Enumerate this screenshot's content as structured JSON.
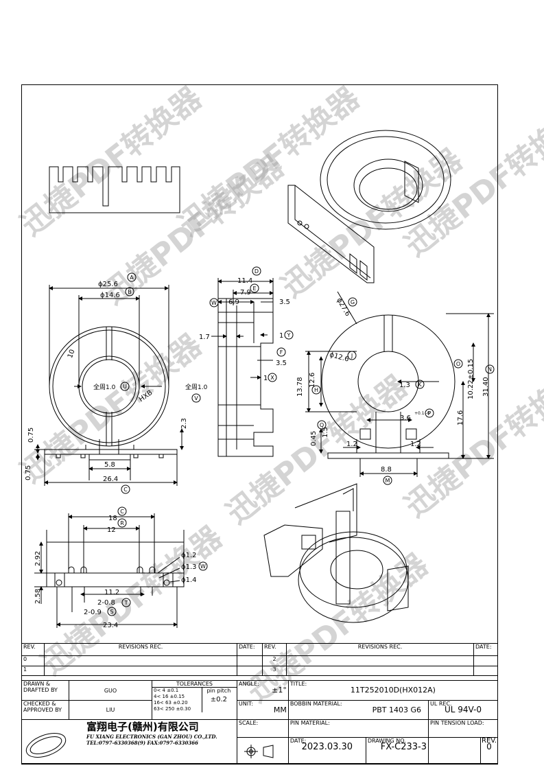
{
  "watermark": "迅捷PDF转换器",
  "dims": {
    "phi_25_6": "ϕ25.6",
    "phi_14_6": "ϕ14.6",
    "label_10": "10",
    "hxb": "HXB",
    "all_round_1_0_left": "全周1.0",
    "all_round_1_0_right": "全周1.0",
    "d_0_75a": "0.75",
    "d_0_75b": "0.75",
    "d_2_3": "2.3",
    "d_5_8": "5.8",
    "d_26_4": "26.4",
    "d_11_4": "11.4",
    "d_7_9": "7.9",
    "d_6_9": "6.9",
    "d_3_5a": "3.5",
    "d_1_7": "1.7",
    "d_1": "1",
    "d_3_5b": "3.5",
    "d_1b": "1",
    "phi_27_6": "ϕ27.6",
    "phi_12_6": "ϕ12.6",
    "d_13_78": "13.78",
    "d_12_6": "12.6",
    "d_1_3": "1.3",
    "d_10_22": "10.22±0.15",
    "d_31_40": "31.40",
    "d_17_6": "17.6",
    "d_3_6": "3.6",
    "tol_36": "+0.1 -0",
    "d_0_45": "0.45",
    "d_1_5": "1.5",
    "d_1_2a": "1.2",
    "d_1_2b": "1.2",
    "d_8_8": "8.8",
    "d_18": "18",
    "d_12": "12",
    "d_2_92": "2.92",
    "d_2_58": "2.58",
    "d_11_2": "11.2",
    "d_2_0_8": "2-0.8",
    "d_2_0_9": "2-0.9",
    "d_23_4": "23.4",
    "phi_1_2": "ϕ1.2",
    "phi_1_3": "ϕ1.3",
    "phi_1_4": "ϕ1.4"
  },
  "balloons": [
    "A",
    "B",
    "U",
    "V",
    "C",
    "D",
    "E",
    "W",
    "Y",
    "F",
    "X",
    "G",
    "J",
    "H",
    "K",
    "O",
    "N",
    "P",
    "Q",
    "M",
    "R",
    "S",
    "T"
  ],
  "title_block": {
    "rev_h": "REV.",
    "revisions_h": "REVISIONS  REC.",
    "date_h": "DATE:",
    "rev_0": "0",
    "rev_1": "1",
    "rev_2": "2",
    "rev_3": "3",
    "drawn_label": "DRAWN &\nDRAFTED BY",
    "drawn_by": "GUO",
    "checked_label": "CHECKED &\nAPPROVED BY",
    "checked_by": "LIU",
    "tolerances_h": "TOLERANCES",
    "tol_1": "0<  4   ±0.1",
    "tol_2": "4<  16  ±0.15",
    "tol_3": "16<  63 ±0.20",
    "tol_4": "63<  250 ±0.30",
    "pin_pitch": "pin pitch",
    "pin_pitch_tol": "±0.2",
    "angle_label": "ANGLE:",
    "angle": "±1°",
    "unit_label": "UNIT:",
    "unit": "MM",
    "scale_label": "SCALE:",
    "title_label": "TITLE:",
    "title": "11T252010D(HX012A)",
    "bobbin_label": "BOBBIN MATERIAL:",
    "bobbin": "PBT 1403 G6",
    "ul_label": "UL REC.",
    "ul": "UL 94V-0",
    "pin_material_label": "PIN MATERIAL:",
    "pin_tension_label": "PIN TENSION LOAD:",
    "date_label": "DATE:",
    "date": "2023.03.30",
    "drawing_no_label": "DRAWING NO.",
    "drawing_no": "FX-C233-3",
    "rev_label": "REV.",
    "rev": "0",
    "company_cn": "富翔电子(赣州)有限公司",
    "company_en": "FU XIANG ELECTRONICS (GAN ZHOU) CO.,LTD.",
    "company_tel": "TEL:0797-6330368(9)   FAX:0797-6330366"
  }
}
